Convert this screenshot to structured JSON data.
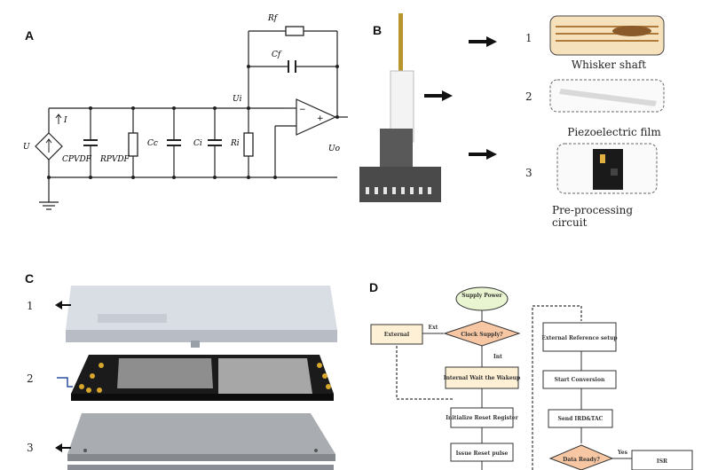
{
  "panels": {
    "a": {
      "letter": "A",
      "labels": {
        "rf": "Rf",
        "cf": "Cf",
        "ui": "Ui",
        "uo": "Uo",
        "u": "U",
        "i": "I",
        "cpvdf": "CPVDF",
        "rpvdf": "RPVDF",
        "cc": "Cc",
        "ci": "Ci",
        "ri": "Ri"
      }
    },
    "b": {
      "letter": "B",
      "items": [
        {
          "num": "1",
          "caption": "Whisker shaft"
        },
        {
          "num": "2",
          "caption": "Piezoelectric film"
        },
        {
          "num": "3",
          "caption": "Pre-processing circuit"
        }
      ]
    },
    "c": {
      "letter": "C",
      "layers": [
        "1",
        "2",
        "3"
      ]
    },
    "d": {
      "letter": "D",
      "nodes": {
        "supply": "Supply Power",
        "clock": "Clock Supply?",
        "external": "External",
        "internal": "Internal Wait the Wakeup",
        "init": "Initialize Reset Register",
        "ready_reset": "Issue Reset pulse",
        "ext_ref": "External Reference setup",
        "start": "Start Conversion",
        "send": "Send IRD&TAC",
        "data_ready": "Data Ready?",
        "isr": "ISR",
        "yes_a": "Ext",
        "yes_b": "Int",
        "yes_c": "Yes"
      }
    }
  },
  "colors": {
    "diode_fill": "#ffd89a",
    "start_fill": "#e9f5d0",
    "decision_fill": "#f7c7a4",
    "box_fill": "#fdf0d5",
    "box_blue": "#ffffff"
  }
}
